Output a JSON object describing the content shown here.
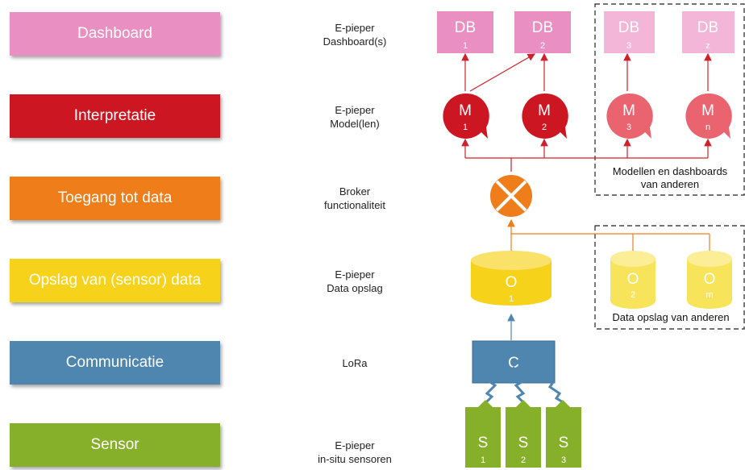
{
  "layers": [
    {
      "label": "Dashboard",
      "color": "#e98fc2",
      "desc": [
        "E-pieper",
        "Dashboard(s)"
      ]
    },
    {
      "label": "Interpretatie",
      "color": "#cc1622",
      "desc": [
        "E-pieper",
        "Model(len)"
      ]
    },
    {
      "label": "Toegang tot data",
      "color": "#ef7d1a",
      "desc": [
        "Broker",
        "functionaliteit"
      ]
    },
    {
      "label": "Opslag van (sensor) data",
      "color": "#f6d21b",
      "desc": [
        "E-pieper",
        "Data opslag"
      ]
    },
    {
      "label": "Communicatie",
      "color": "#4f86b0",
      "desc": [
        "LoRa"
      ]
    },
    {
      "label": "Sensor",
      "color": "#86b02a",
      "desc": [
        "E-pieper",
        "in-situ sensoren"
      ]
    }
  ],
  "dashboards": [
    {
      "main": "DB",
      "sub": "1"
    },
    {
      "main": "DB",
      "sub": "2"
    },
    {
      "main": "DB",
      "sub": "3"
    },
    {
      "main": "DB",
      "sub": "z"
    }
  ],
  "models": [
    {
      "main": "M",
      "sub": "1"
    },
    {
      "main": "M",
      "sub": "2"
    },
    {
      "main": "M",
      "sub": "3"
    },
    {
      "main": "M",
      "sub": "n"
    }
  ],
  "storage": [
    {
      "main": "O",
      "sub": "1"
    },
    {
      "main": "O",
      "sub": "2"
    },
    {
      "main": "O",
      "sub": "m"
    }
  ],
  "comm": {
    "main": "C"
  },
  "sensors": [
    {
      "main": "S",
      "sub": "1"
    },
    {
      "main": "S",
      "sub": "2"
    },
    {
      "main": "S",
      "sub": "3"
    }
  ],
  "notes": {
    "models_dashboards": [
      "Modellen en dashboards",
      "van anderen"
    ],
    "storage_others": "Data opslag van anderen"
  }
}
